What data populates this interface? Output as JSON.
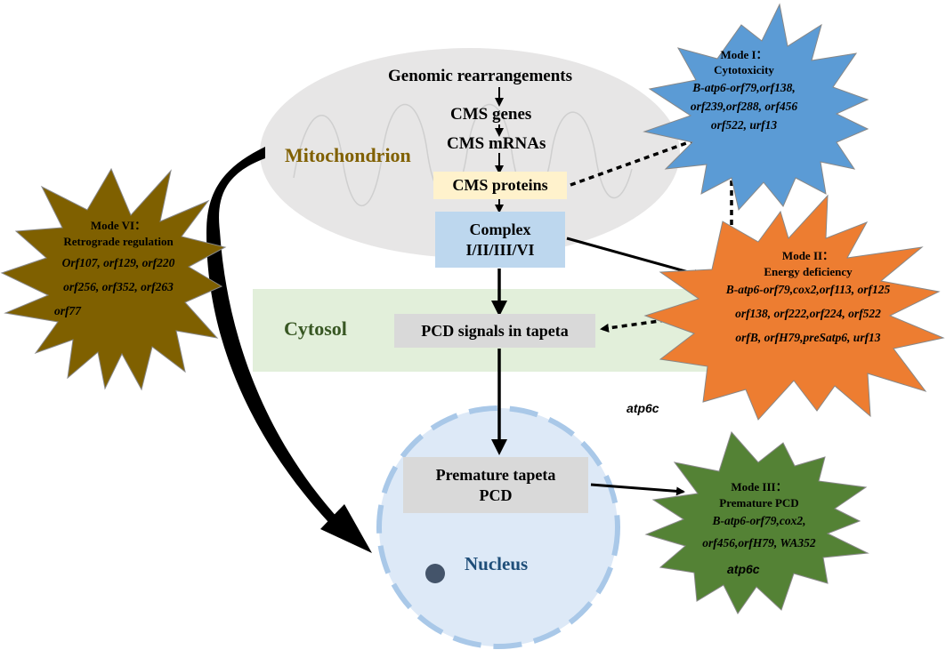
{
  "regions": {
    "mitochondrion": "Mitochondrion",
    "cytosol": "Cytosol",
    "nucleus": "Nucleus"
  },
  "pathway": {
    "step1": "Genomic rearrangements",
    "step2": "CMS genes",
    "step3": "CMS mRNAs",
    "step4": "CMS proteins",
    "complex_line1": "Complex",
    "complex_line2": "I/II/III/VI",
    "pcd_signals": "PCD signals in tapeta",
    "premature_line1": "Premature tapeta",
    "premature_line2": "PCD"
  },
  "modes": {
    "mode1": {
      "title": "Mode I：",
      "subtitle": "Cytotoxicity",
      "genes": [
        "B-atp6-orf79,orf138,",
        "orf239,orf288, orf456",
        "orf522, urf13"
      ],
      "color": "#5b9bd5"
    },
    "mode2": {
      "title": "Mode II：",
      "subtitle": "Energy deficiency",
      "genes": [
        "B-atp6-orf79,cox2,orf113, orf125",
        "orf138, orf222,orf224, orf522",
        "orfB, orfH79,preSatp6, urf13"
      ],
      "color": "#ed7d31"
    },
    "mode3": {
      "title": "Mode III：",
      "subtitle": "Premature PCD",
      "genes": [
        "B-atp6-orf79,cox2,",
        "orf456,orfH79, WA352"
      ],
      "extra": "atp6c",
      "color": "#548235"
    },
    "mode6": {
      "title": "Mode VI：",
      "subtitle": "Retrograde regulation",
      "genes": [
        "Orf107, orf129, orf220",
        "orf256, orf352, orf263",
        "orf77"
      ],
      "color": "#7f6000"
    }
  },
  "floating_label": "atp6c",
  "colors": {
    "mitochondrion_fill": "#e7e6e6",
    "cytosol_fill": "#e2efda",
    "nucleus_fill": "#dde9f7",
    "nucleus_border": "#a9c8e8",
    "cms_proteins_fill": "#fff2cc",
    "complex_fill": "#bdd7ee",
    "grey_box_fill": "#d9d9d9",
    "mito_label": "#806000",
    "cytosol_label": "#385723",
    "nucleus_label": "#1f4e79"
  }
}
